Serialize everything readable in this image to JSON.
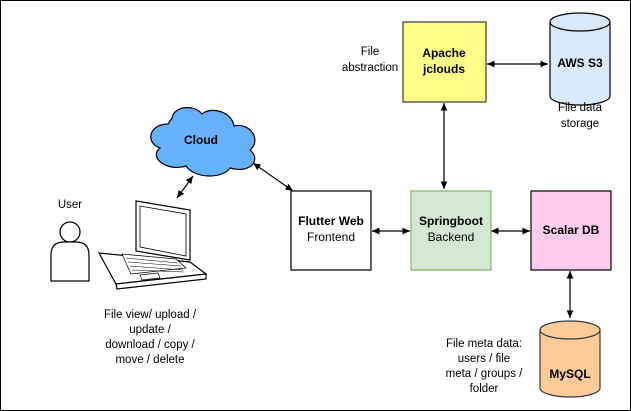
{
  "nodes": {
    "user": {
      "label": "User"
    },
    "cloud": {
      "label": "Cloud"
    },
    "jclouds": {
      "line1": "Apache",
      "line2": "jclouds"
    },
    "s3": {
      "label": "AWS S3"
    },
    "flutter": {
      "line1": "Flutter Web",
      "line2": "Frontend"
    },
    "springboot": {
      "line1": "Springboot",
      "line2": "Backend"
    },
    "scalar": {
      "label": "Scalar DB"
    },
    "mysql": {
      "label": "MySQL"
    }
  },
  "notes": {
    "file_abstraction": [
      "File",
      "abstraction"
    ],
    "file_data_storage": [
      "File data",
      "storage"
    ],
    "file_ops": [
      "File view/ upload /",
      "update /",
      "download / copy /",
      "move / delete"
    ],
    "file_meta": [
      "File meta data:",
      "users / file",
      "meta  / groups /",
      "folder"
    ]
  },
  "colors": {
    "cloud_fill": "#66b2ff",
    "jclouds_fill": "#ffff88",
    "jclouds_stroke": "#36393d",
    "s3_fill": "#dae8fc",
    "springboot_fill": "#d5e8d4",
    "springboot_stroke": "#82b366",
    "scalar_fill": "#ffccee",
    "mysql_fill": "#ffcc99",
    "mysql_stroke": "#36393d"
  }
}
